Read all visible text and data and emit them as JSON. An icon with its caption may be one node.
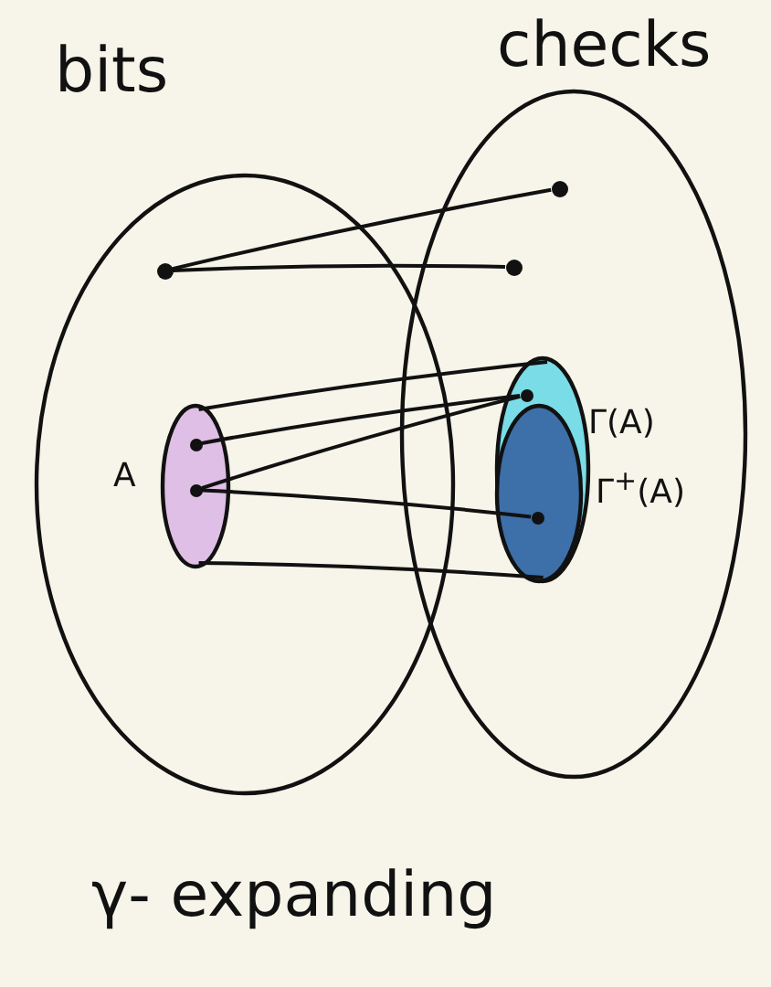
{
  "diagram": {
    "caption": "γ- expanding",
    "nodes": [
      {
        "text": [
          "bits"
        ]
      },
      {
        "text": [
          "checks"
        ]
      },
      {
        "text": [],
        "shape": "circle",
        "in": 0
      },
      {
        "text": [],
        "shape": "circle",
        "in": 1
      },
      {
        "text": [],
        "shape": "circle",
        "in": 1
      },
      {
        "text": [
          "A"
        ],
        "in": 0
      },
      {
        "text": [
          "Γ(A)"
        ],
        "in": 1
      },
      {
        "text": [
          "Γ$^{+}$(A)"
        ],
        "in": 6
      },
      {
        "text": [],
        "shape": "circle",
        "in": 5
      },
      {
        "text": [],
        "shape": "circle",
        "in": 5
      },
      {
        "text": [],
        "shape": "circle",
        "in": 6
      },
      {
        "text": [],
        "shape": "circle",
        "in": 7
      }
    ],
    "edges": [
      {
        "from": 2,
        "to": 3,
        "arrow": "none"
      },
      {
        "from": 2,
        "to": 4,
        "arrow": "none"
      },
      {
        "from": 5,
        "to": 6,
        "arrow": "none"
      },
      {
        "from": 5,
        "to": 7,
        "arrow": "none"
      },
      {
        "from": 8,
        "to": 10,
        "arrow": "none"
      },
      {
        "from": 9,
        "to": 10,
        "arrow": "none"
      },
      {
        "from": 9,
        "to": 11,
        "arrow": "none"
      }
    ]
  }
}
